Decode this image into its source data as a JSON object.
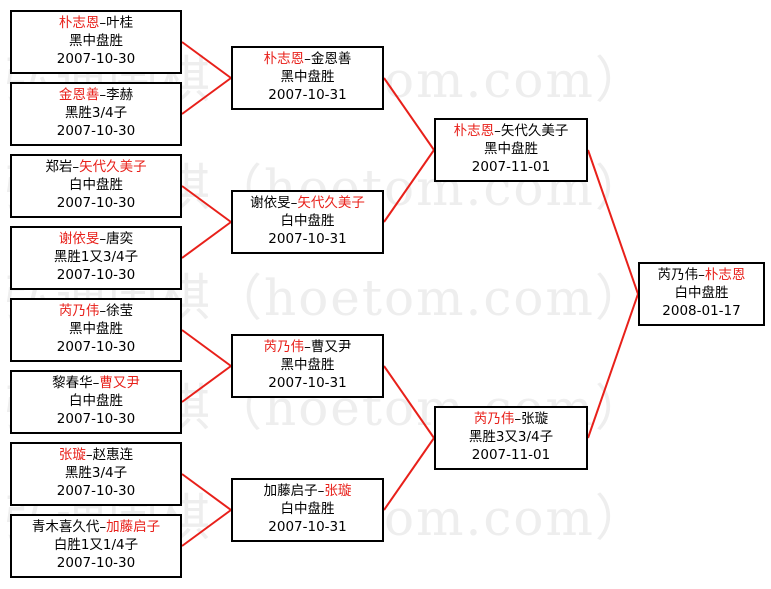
{
  "watermark": "弘通围棋（hoetom.com）",
  "matches": {
    "r1_1": {
      "p1": "朴志恩",
      "p2": "叶桂",
      "winner": 1,
      "result": "黑中盘胜",
      "date": "2007-10-30"
    },
    "r1_2": {
      "p1": "金恩善",
      "p2": "李赫",
      "winner": 1,
      "result": "黑胜3/4子",
      "date": "2007-10-30"
    },
    "r1_3": {
      "p1": "郑岩",
      "p2": "矢代久美子",
      "winner": 2,
      "result": "白中盘胜",
      "date": "2007-10-30"
    },
    "r1_4": {
      "p1": "谢依旻",
      "p2": "唐奕",
      "winner": 1,
      "result": "黑胜1又3/4子",
      "date": "2007-10-30"
    },
    "r1_5": {
      "p1": "芮乃伟",
      "p2": "徐莹",
      "winner": 1,
      "result": "黑中盘胜",
      "date": "2007-10-30"
    },
    "r1_6": {
      "p1": "黎春华",
      "p2": "曹又尹",
      "winner": 2,
      "result": "白中盘胜",
      "date": "2007-10-30"
    },
    "r1_7": {
      "p1": "张璇",
      "p2": "赵惠连",
      "winner": 1,
      "result": "黑胜3/4子",
      "date": "2007-10-30"
    },
    "r1_8": {
      "p1": "青木喜久代",
      "p2": "加藤启子",
      "winner": 2,
      "result": "白胜1又1/4子",
      "date": "2007-10-30"
    },
    "r2_1": {
      "p1": "朴志恩",
      "p2": "金恩善",
      "winner": 1,
      "result": "黑中盘胜",
      "date": "2007-10-31"
    },
    "r2_2": {
      "p1": "谢依旻",
      "p2": "矢代久美子",
      "winner": 2,
      "result": "白中盘胜",
      "date": "2007-10-31"
    },
    "r2_3": {
      "p1": "芮乃伟",
      "p2": "曹又尹",
      "winner": 1,
      "result": "黑中盘胜",
      "date": "2007-10-31"
    },
    "r2_4": {
      "p1": "加藤启子",
      "p2": "张璇",
      "winner": 2,
      "result": "白中盘胜",
      "date": "2007-10-31"
    },
    "r3_1": {
      "p1": "朴志恩",
      "p2": "矢代久美子",
      "winner": 1,
      "result": "黑中盘胜",
      "date": "2007-11-01"
    },
    "r3_2": {
      "p1": "芮乃伟",
      "p2": "张璇",
      "winner": 1,
      "result": "黑胜3又3/4子",
      "date": "2007-11-01"
    },
    "final": {
      "p1": "芮乃伟",
      "p2": "朴志恩",
      "winner": 2,
      "result": "白中盘胜",
      "date": "2008-01-17"
    }
  },
  "dash": "–",
  "colors": {
    "winner": "#e8201a",
    "connector": "#e8201a",
    "border": "#000000"
  }
}
